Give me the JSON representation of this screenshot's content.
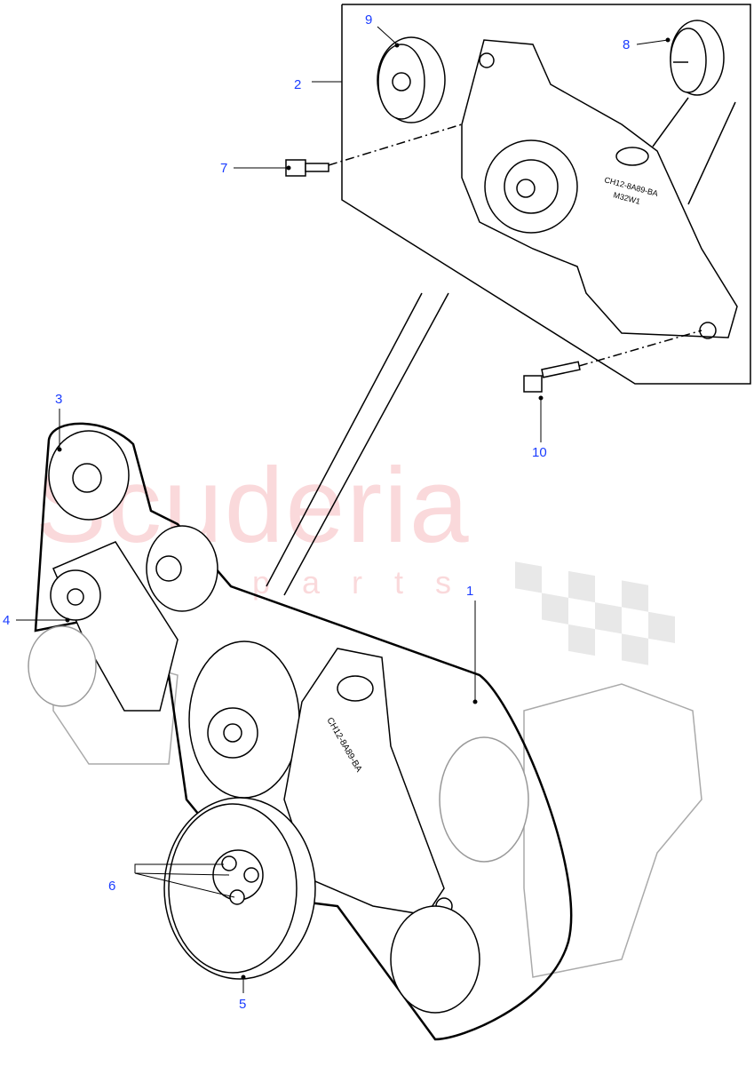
{
  "diagram": {
    "callouts": [
      {
        "id": "1",
        "label": "1"
      },
      {
        "id": "2",
        "label": "2"
      },
      {
        "id": "3",
        "label": "3"
      },
      {
        "id": "4",
        "label": "4"
      },
      {
        "id": "5",
        "label": "5"
      },
      {
        "id": "6",
        "label": "6"
      },
      {
        "id": "7",
        "label": "7"
      },
      {
        "id": "8",
        "label": "8"
      },
      {
        "id": "9",
        "label": "9"
      },
      {
        "id": "10",
        "label": "10"
      }
    ],
    "part_marking": {
      "line1": "CH12-8A89-BA",
      "line2": "M32W1"
    },
    "callout_color": "#1a3cff",
    "line_color": "#000000"
  },
  "watermark": {
    "brand": "Scuderia",
    "tagline": "car parts",
    "color": "#e6505a"
  }
}
